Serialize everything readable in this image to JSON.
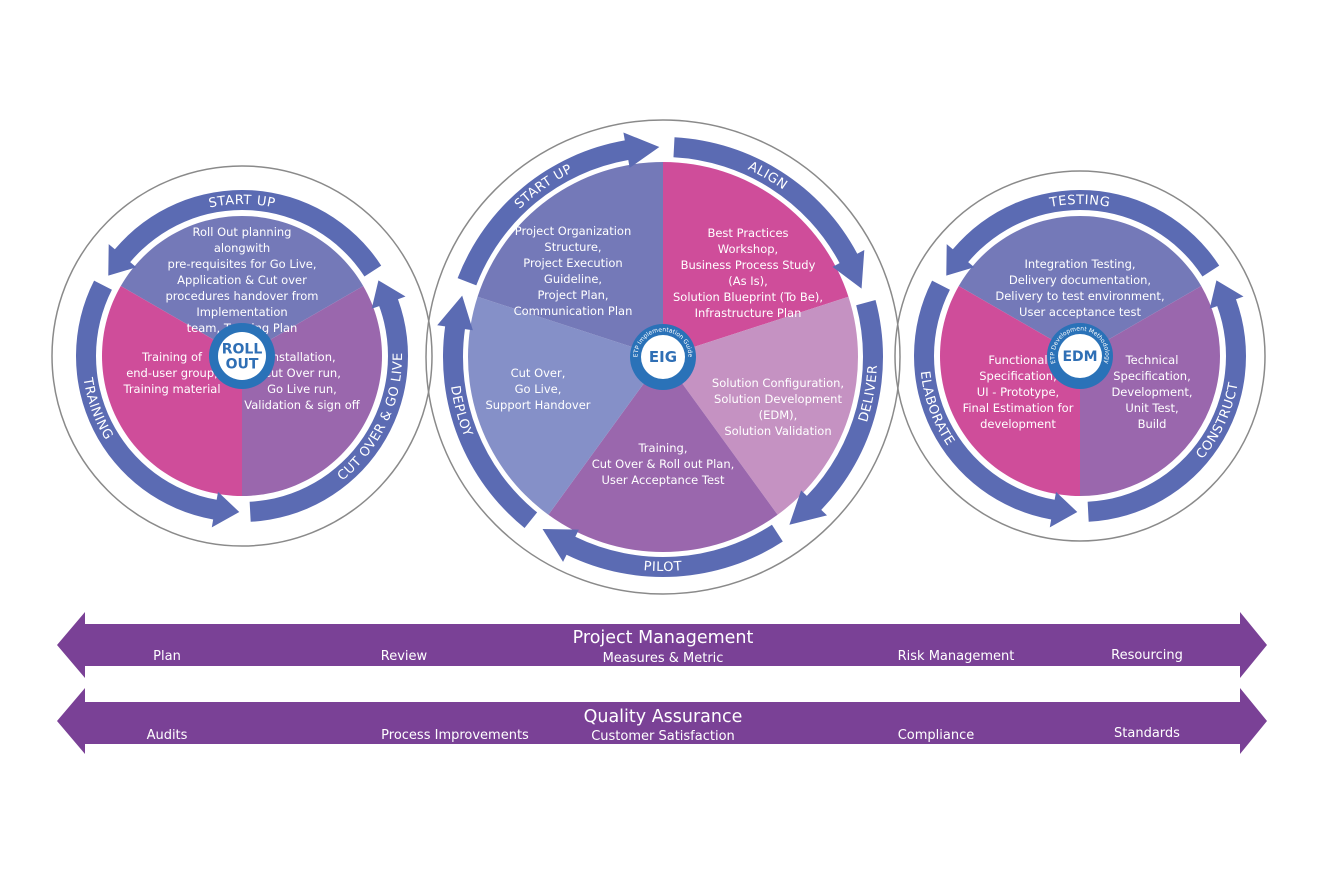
{
  "colors": {
    "ring_arrow": "#5b6bb3",
    "outer_line": "#8a8a8a",
    "hub_blue": "#2a72b8",
    "band_purple": "#7a4196",
    "seg_blue_violet": "#7479b8",
    "seg_magenta": "#cf4d9a",
    "seg_purple": "#9a67ad",
    "seg_light_blue": "#8590c8",
    "seg_light_pink": "#c592c2",
    "text_white": "#ffffff"
  },
  "cycles": [
    {
      "id": "roll-out",
      "hub": {
        "label_lines": [
          "ROLL",
          "OUT"
        ],
        "ring_text": ""
      },
      "phases": [
        {
          "label": "START UP",
          "color_key": "seg_blue_violet",
          "text_lines": [
            "Roll Out planning",
            "alongwith",
            "pre-requisites for Go Live,",
            "Application & Cut over",
            "procedures handover from",
            "Implementation",
            "team, Training Plan"
          ]
        },
        {
          "label": "CUT OVER & GO LIVE",
          "color_key": "seg_purple",
          "text_lines": [
            "Installation,",
            "Cut Over run,",
            "Go Live run,",
            "Validation & sign off"
          ]
        },
        {
          "label": "TRAINING",
          "color_key": "seg_magenta",
          "text_lines": [
            "Training  of",
            "end-user group,",
            "Training material"
          ]
        }
      ]
    },
    {
      "id": "eig",
      "hub": {
        "label_lines": [
          "EIG"
        ],
        "ring_text": "ETP Implementation Guide"
      },
      "phases": [
        {
          "label": "ALIGN",
          "color_key": "seg_magenta",
          "text_lines": [
            "Best Practices",
            "Workshop,",
            "Business Process Study",
            "(As Is),",
            "Solution Blueprint (To Be),",
            "Infrastructure Plan"
          ]
        },
        {
          "label": "DELIVER",
          "color_key": "seg_light_pink",
          "text_lines": [
            "Solution Configuration,",
            "Solution Development",
            "(EDM),",
            "Solution Validation"
          ]
        },
        {
          "label": "PILOT",
          "color_key": "seg_purple",
          "text_lines": [
            "Training,",
            "Cut Over & Roll out Plan,",
            "User Acceptance Test"
          ]
        },
        {
          "label": "DEPLOY",
          "color_key": "seg_light_blue",
          "text_lines": [
            "Cut Over,",
            "Go Live,",
            "Support Handover"
          ]
        },
        {
          "label": "START UP",
          "color_key": "seg_blue_violet",
          "text_lines": [
            "Project Organization",
            "Structure,",
            "Project Execution",
            "Guideline,",
            "Project Plan,",
            "Communication Plan"
          ]
        }
      ]
    },
    {
      "id": "edm",
      "hub": {
        "label_lines": [
          "EDM"
        ],
        "ring_text": "ETP Development Methodology"
      },
      "phases": [
        {
          "label": "TESTING",
          "color_key": "seg_blue_violet",
          "text_lines": [
            "Integration Testing,",
            "Delivery documentation,",
            "Delivery to test environment,",
            "User acceptance test"
          ]
        },
        {
          "label": "CONSTRUCT",
          "color_key": "seg_purple",
          "text_lines": [
            "Technical",
            "Specification,",
            "Development,",
            "Unit Test,",
            "Build"
          ]
        },
        {
          "label": "ELABORATE",
          "color_key": "seg_magenta",
          "text_lines": [
            "Functional",
            "Specification,",
            "UI - Prototype,",
            "Final Estimation for",
            "development"
          ]
        }
      ]
    }
  ],
  "bands": [
    {
      "title": "Project Management",
      "items": [
        "Plan",
        "Review",
        "Measures & Metric",
        "Risk Management",
        "Resourcing"
      ]
    },
    {
      "title": "Quality Assurance",
      "items": [
        "Audits",
        "Process Improvements",
        "Customer Satisfaction",
        "Compliance",
        "Standards"
      ]
    }
  ]
}
